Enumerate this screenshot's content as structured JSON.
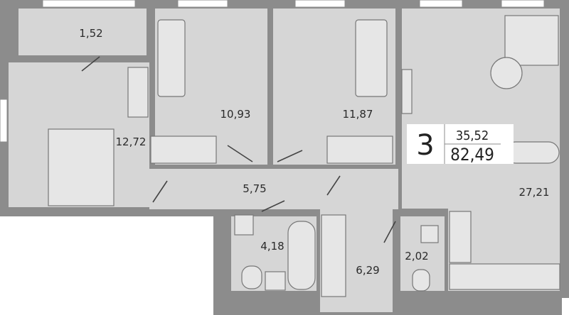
{
  "plan": {
    "room_count": "3",
    "living_area": "35,52",
    "total_area": "82,49",
    "rooms": {
      "storage": "1,52",
      "bedroom_left": "12,72",
      "bedroom_middle": "10,93",
      "bedroom_right": "11,87",
      "hallway": "5,75",
      "living_kitchen": "27,21",
      "bathroom": "4,18",
      "corridor": "6,29",
      "toilet": "2,02"
    }
  },
  "colors": {
    "wall": "#8c8c8c",
    "floor": "#d6d6d6"
  }
}
